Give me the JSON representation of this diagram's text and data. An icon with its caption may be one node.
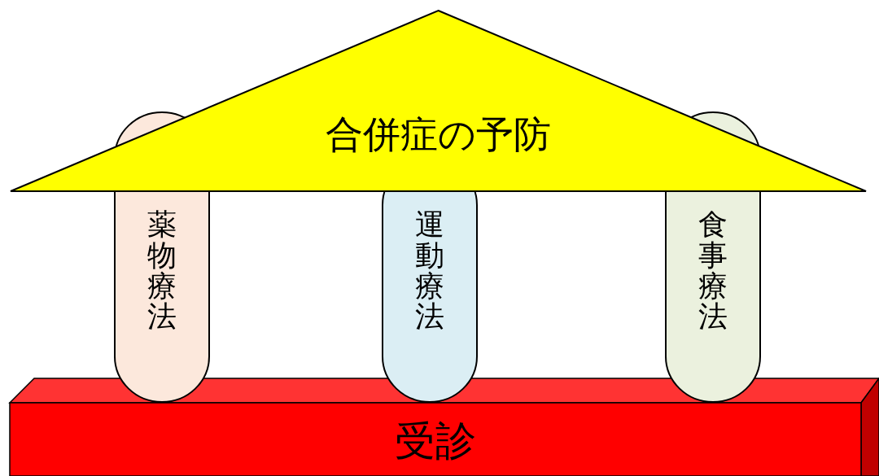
{
  "diagram": {
    "nodes": [
      {
        "text": [
          "合併症の予防"
        ]
      },
      {
        "text": [
          "薬物療法"
        ]
      },
      {
        "text": [
          "運動療法"
        ]
      },
      {
        "text": [
          "食事療法"
        ]
      },
      {
        "text": [
          "受診"
        ]
      }
    ]
  }
}
